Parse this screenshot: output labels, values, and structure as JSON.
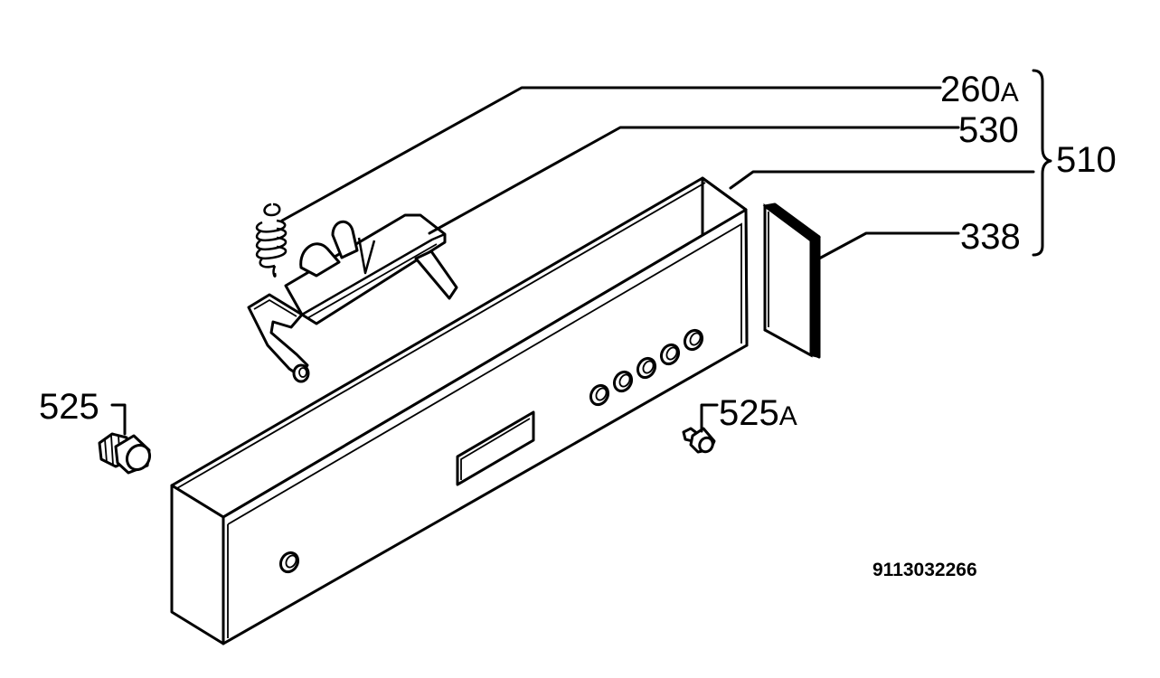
{
  "parts": {
    "p260": {
      "num": "260",
      "suffix": "A"
    },
    "p530": {
      "num": "530"
    },
    "p510": {
      "num": "510"
    },
    "p338": {
      "num": "338"
    },
    "p525": {
      "num": "525"
    },
    "p525a": {
      "num": "525",
      "suffix": "A"
    }
  },
  "document_number": "9113032266"
}
